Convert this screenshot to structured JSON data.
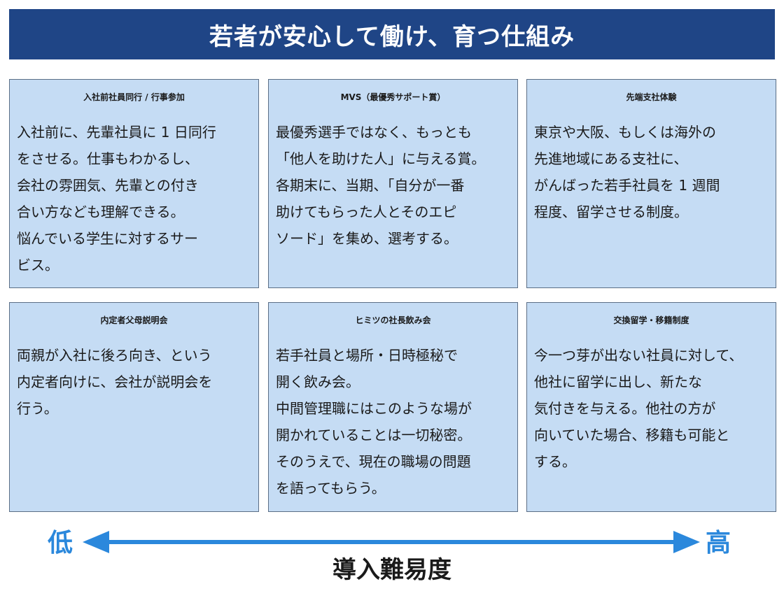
{
  "title": "若者が安心して働け、育つ仕組み",
  "cards": [
    {
      "title": "入社前社員同行 / 行事参加",
      "lines": [
        "入社前に、先輩社員に 1 日同行",
        "をさせる。仕事もわかるし、",
        "会社の雰囲気、先輩との付き",
        "合い方なども理解できる。",
        "悩んでいる学生に対するサー",
        "ビス。"
      ]
    },
    {
      "title": "MVS（最優秀サポート賞）",
      "lines": [
        "最優秀選手ではなく、もっとも",
        "「他人を助けた人」に与える賞。",
        "各期末に、当期、「自分が一番",
        "助けてもらった人とそのエピ",
        "ソード」を集め、選考する。"
      ]
    },
    {
      "title": "先端支社体験",
      "lines": [
        "東京や大阪、もしくは海外の",
        "先進地域にある支社に、",
        "がんばった若手社員を 1 週間",
        "程度、留学させる制度。"
      ]
    },
    {
      "title": "内定者父母説明会",
      "lines": [
        "両親が入社に後ろ向き、という",
        "内定者向けに、会社が説明会を",
        "行う。"
      ]
    },
    {
      "title": "ヒミツの社長飲み会",
      "lines": [
        "若手社員と場所・日時極秘で",
        "開く飲み会。",
        "中間管理職にはこのような場が",
        "開かれていることは一切秘密。",
        "そのうえで、現在の職場の問題",
        "を語ってもらう。"
      ]
    },
    {
      "title": "交換留学・移籍制度",
      "lines": [
        "今一つ芽が出ない社員に対して、",
        "他社に留学に出し、新たな",
        "気付きを与える。他社の方が",
        "向いていた場合、移籍も可能と",
        "する。"
      ]
    }
  ],
  "axis": {
    "low": "低",
    "high": "高",
    "label": "導入難易度"
  },
  "colors": {
    "title_bg": "#1f4586",
    "card_bg": "#c5dcf4",
    "card_border": "#5b6e86",
    "arrow": "#2b88dc"
  }
}
